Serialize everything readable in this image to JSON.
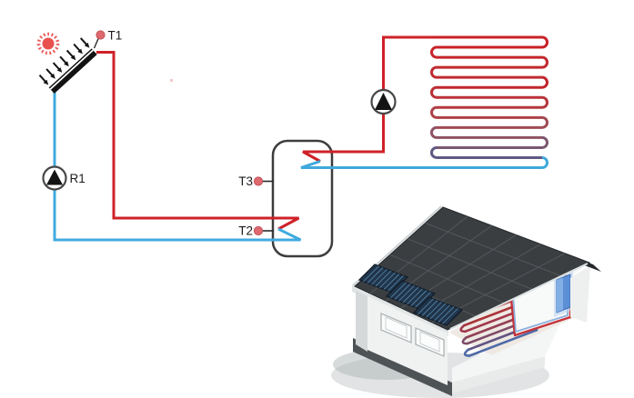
{
  "colors": {
    "hot": "#cf2128",
    "cold": "#41abdf",
    "sun": "#e9514f",
    "sensor_dot": "#de696e",
    "sensor_dot_border": "#c2545b",
    "tank_outline": "#3d3d3d",
    "pump_outline": "#474747",
    "pump_triangle": "#131313",
    "label_text": "#1b1b1b",
    "collector_body": "#131313"
  },
  "schematic": {
    "sun": {
      "icon": "sun-icon"
    },
    "collector": {
      "icon": "solar-collector-panel",
      "sun_arrow_count": 7
    },
    "sensors": [
      {
        "id": "t1",
        "label": "T1"
      },
      {
        "id": "t3",
        "label": "T3"
      },
      {
        "id": "t2",
        "label": "T2"
      }
    ],
    "pumps": [
      {
        "id": "r1",
        "label": "R1",
        "icon": "pump-icon"
      },
      {
        "id": "heating-pump",
        "label": "",
        "icon": "pump-icon"
      }
    ],
    "tank": {
      "icon": "storage-tank",
      "heat_exchangers": 2
    },
    "floor_coil": {
      "rows": 14,
      "row_colors": [
        "#c92127",
        "#c92127",
        "#c5242a",
        "#c2282e",
        "#bf2b31",
        "#c0262c",
        "#bb3036",
        "#b5383e",
        "#ad4148",
        "#a04c55",
        "#8f5363",
        "#7a5870",
        "#5e5a82",
        "#3fa9dc"
      ]
    },
    "house": {
      "icon": "house-cutaway-illustration",
      "roof_solar_panels": 3,
      "windows": 2,
      "floor_coil_rows": 9,
      "floor_coil_colors": [
        "#b23237",
        "#b23237",
        "#ae3338",
        "#a93439",
        "#a1364b",
        "#934055",
        "#7e4a68",
        "#615382",
        "#4f6ba8"
      ]
    }
  }
}
